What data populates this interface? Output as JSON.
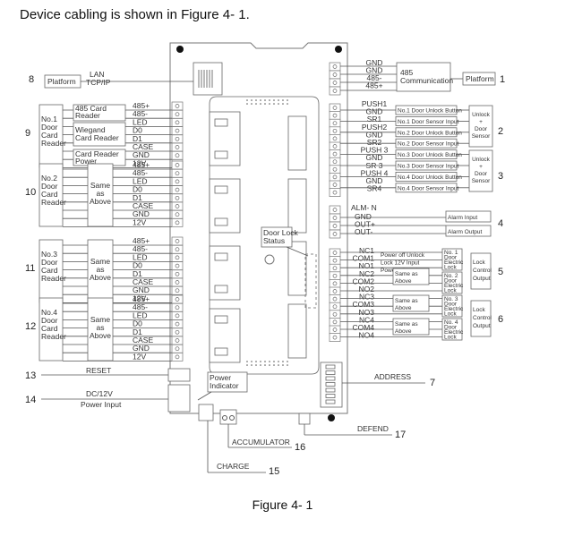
{
  "heading": "Device cabling is shown in Figure 4- 1.",
  "caption": "Figure 4- 1",
  "left": {
    "platform": {
      "num": "8",
      "label": "Platform",
      "link1": "LAN",
      "link2": "TCP/IP"
    },
    "readers": [
      {
        "num": "9",
        "name": [
          "No.1",
          "Door",
          "Card",
          "Reader"
        ],
        "sub": [
          [
            "485 Card",
            "Reader"
          ],
          [
            "Wiegand",
            "Card Reader"
          ],
          [
            "Card Reader",
            "Power"
          ]
        ]
      },
      {
        "num": "10",
        "name": [
          "No.2",
          "Door",
          "Card",
          "Reader"
        ],
        "same": [
          "Same",
          "as",
          "Above"
        ]
      },
      {
        "num": "11",
        "name": [
          "No.3",
          "Door",
          "Card",
          "Reader"
        ],
        "same": [
          "Same",
          "as",
          "Above"
        ]
      },
      {
        "num": "12",
        "name": [
          "No.4",
          "Door",
          "Card",
          "Reader"
        ],
        "same": [
          "Same",
          "as",
          "Above"
        ]
      }
    ],
    "pins": [
      "485+",
      "485-",
      "LED",
      "D0",
      "D1",
      "CASE",
      "GND",
      "12V"
    ],
    "reset": {
      "num": "13",
      "label": "RESET"
    },
    "power": {
      "num": "14",
      "label1": "DC/12V",
      "label2": "Power Input"
    }
  },
  "right": {
    "comm": {
      "num": "1",
      "pins": [
        "GND",
        "GND",
        "485-",
        "485+"
      ],
      "box": [
        "485",
        "Communication"
      ],
      "platform": "Platform"
    },
    "unlock": {
      "pins": [
        "PUSH1",
        "GND",
        "SR1",
        "PUSH2",
        "GND",
        "SR2",
        "PUSH 3",
        "GND",
        "SR 3",
        "PUSH 4",
        "GND",
        "SR4"
      ],
      "inputs": [
        "No.1 Door Unlock Button",
        "No.1 Door Sensor Input",
        "No.2 Door Unlock Button",
        "No.2 Door Sensor Input",
        "No.3 Door Unlock Button",
        "No.3 Door Sensor Input",
        "No.4 Door Unlock Button",
        "No.4 Door Sensor Input"
      ],
      "group": [
        "Unlock",
        "+",
        "Door",
        "Sensor"
      ],
      "nums": [
        "2",
        "3"
      ]
    },
    "alarm": {
      "num": "4",
      "title": "ALM- N",
      "pins": [
        "GND",
        "OUT+",
        "OUT-"
      ],
      "input": "Alarm Input",
      "output": "Alarm Output"
    },
    "locks": {
      "pins": [
        "NC1",
        "COM1",
        "NO1",
        "NC2",
        "COM2",
        "NO2",
        "NC3",
        "COM3",
        "NO3",
        "NC4",
        "COM4",
        "NO4"
      ],
      "notes": [
        "Power off Unlock",
        "Lock 12V Input",
        "Power off Lock"
      ],
      "same": [
        "Same as",
        "Above"
      ],
      "locks": [
        [
          "No. 1",
          "Door",
          "Electric",
          "Lock"
        ],
        [
          "No. 2",
          "Door",
          "Electric",
          "Lock"
        ],
        [
          "No. 3",
          "Door",
          "Electric",
          "Lock"
        ],
        [
          "No. 4",
          "Door",
          "Electric",
          "Lock"
        ]
      ],
      "group": [
        "Lock",
        "Control",
        "Output"
      ],
      "nums": [
        "5",
        "6"
      ]
    },
    "address": {
      "num": "7",
      "label": "ADDRESS"
    },
    "defend": {
      "num": "17",
      "label": "DEFEND"
    }
  },
  "board": {
    "door_lock_status": [
      "Door Lock",
      "Status"
    ],
    "power_indicator": [
      "Power",
      "Indicator"
    ],
    "accumulator": {
      "num": "16",
      "label": "ACCUMULATOR"
    },
    "charge": {
      "num": "15",
      "label": "CHARGE"
    }
  }
}
